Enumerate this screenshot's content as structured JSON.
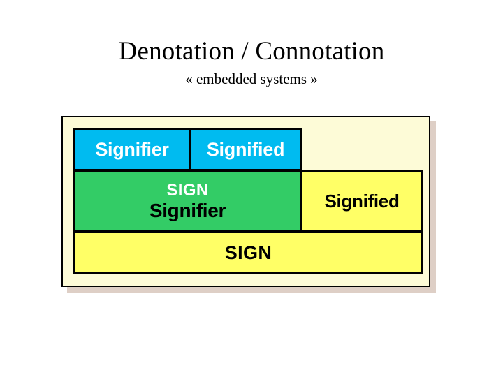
{
  "slide": {
    "title": "Denotation / Connotation",
    "subtitle": "« embedded systems »"
  },
  "diagram": {
    "name": "denotation-connotation-semiotics-diagram",
    "panel_background": "#fdfbd7",
    "shadow_color": "#decfc6",
    "border_color": "#000000",
    "rows": [
      {
        "level": "denotation",
        "cells": [
          {
            "label": "Signifier",
            "background": "#00bbf0",
            "text_color": "#ffffff"
          },
          {
            "label": "Signified",
            "background": "#00bbf0",
            "text_color": "#ffffff"
          }
        ]
      },
      {
        "level": "connotation",
        "cells": [
          {
            "label_top": "SIGN",
            "label_bottom": "Signifier",
            "background": "#33cc66",
            "top_text_color": "#ffffff",
            "bottom_text_color": "#000000"
          },
          {
            "label": "Signified",
            "background": "#ffff66",
            "text_color": "#000000"
          }
        ]
      },
      {
        "level": "myth",
        "cells": [
          {
            "label": "SIGN",
            "background": "#ffff66",
            "text_color": "#000000"
          }
        ]
      }
    ]
  }
}
